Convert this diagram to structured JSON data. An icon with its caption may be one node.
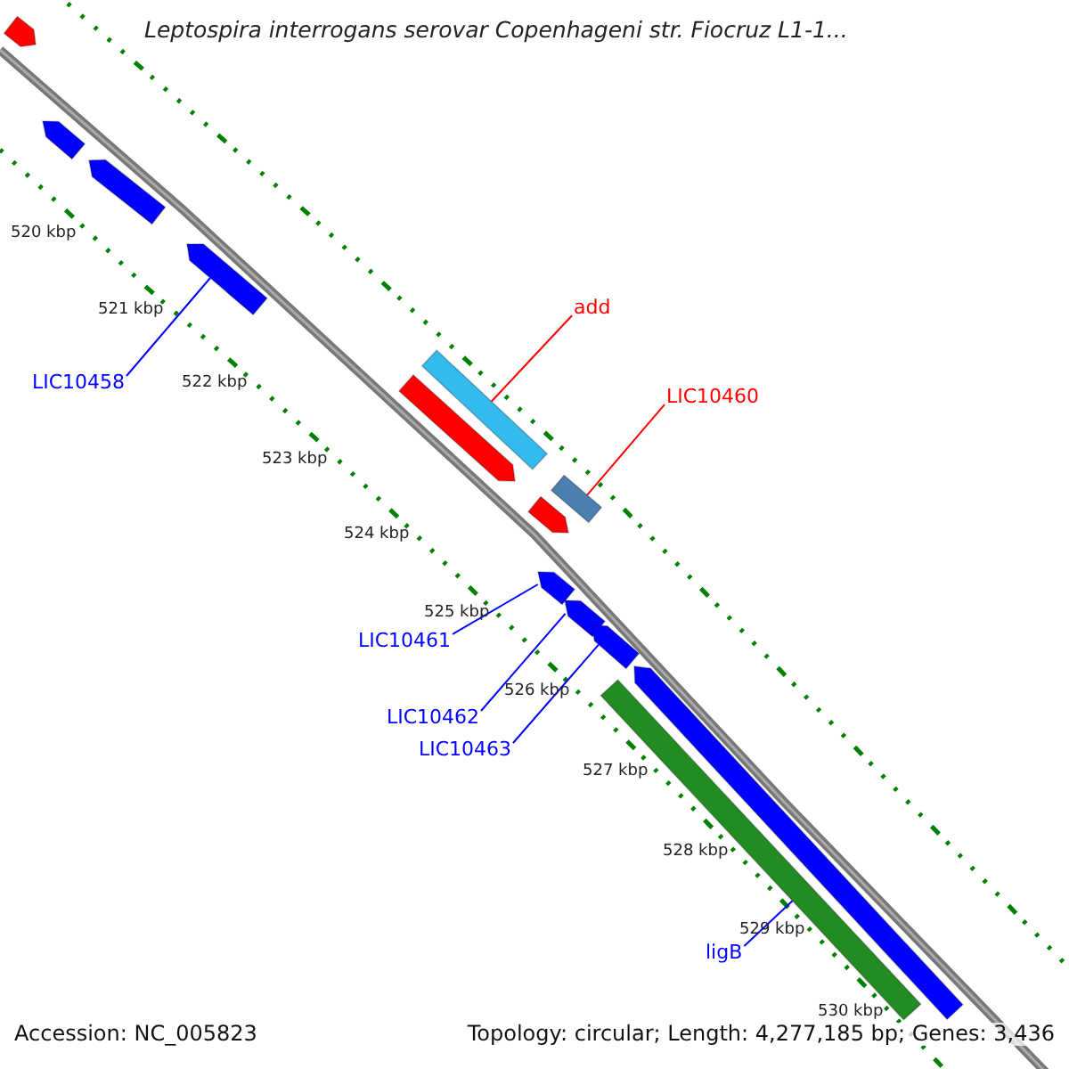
{
  "diagram": {
    "title": "Leptospira interrogans serovar Copenhageni str. Fiocruz L1-1...",
    "nodes": [
      {
        "text": [],
        "shape": "bar"
      },
      {
        "text": [],
        "shape": "bar"
      },
      {
        "text": [],
        "shape": "bar"
      },
      {
        "text": [],
        "shape": "bar"
      },
      {
        "text": [],
        "shape": "bar"
      },
      {
        "text": [],
        "shape": "bar"
      },
      {
        "text": [],
        "shape": "bar"
      },
      {
        "text": [],
        "shape": "bar"
      },
      {
        "text": [],
        "shape": "bar"
      },
      {
        "text": [],
        "shape": "bar"
      },
      {
        "text": [],
        "shape": "bar"
      },
      {
        "text": [],
        "shape": "bar"
      },
      {
        "text": [],
        "shape": "bar"
      },
      {
        "text": [
          "add"
        ]
      },
      {
        "text": [
          "LIC10458"
        ]
      },
      {
        "text": [
          "LIC10460"
        ]
      },
      {
        "text": [
          "LIC10461"
        ]
      },
      {
        "text": [
          "LIC10462"
        ]
      },
      {
        "text": [
          "LIC10463"
        ]
      },
      {
        "text": [
          "ligB"
        ]
      }
    ],
    "edges": [
      {
        "from": 13,
        "to": 4,
        "arrow": "none",
        "color": "#ff0000"
      },
      {
        "from": 14,
        "to": 3,
        "arrow": "none"
      },
      {
        "from": 15,
        "to": 6,
        "arrow": "none",
        "color": "#ff0000"
      },
      {
        "from": 16,
        "to": 8,
        "arrow": "none"
      },
      {
        "from": 17,
        "to": 9,
        "arrow": "none"
      },
      {
        "from": 18,
        "to": 10,
        "arrow": "none"
      },
      {
        "from": 19,
        "to": 12,
        "arrow": "none"
      }
    ],
    "labels": [
      "520 kbp",
      "521 kbp",
      "522 kbp",
      "523 kbp",
      "524 kbp",
      "525 kbp",
      "526 kbp",
      "527 kbp",
      "528 kbp",
      "529 kbp",
      "530 kbp",
      "Accession: NC_005823",
      "Topology: circular; Length: 4,277,185 bp; Genes: 3,436"
    ]
  }
}
